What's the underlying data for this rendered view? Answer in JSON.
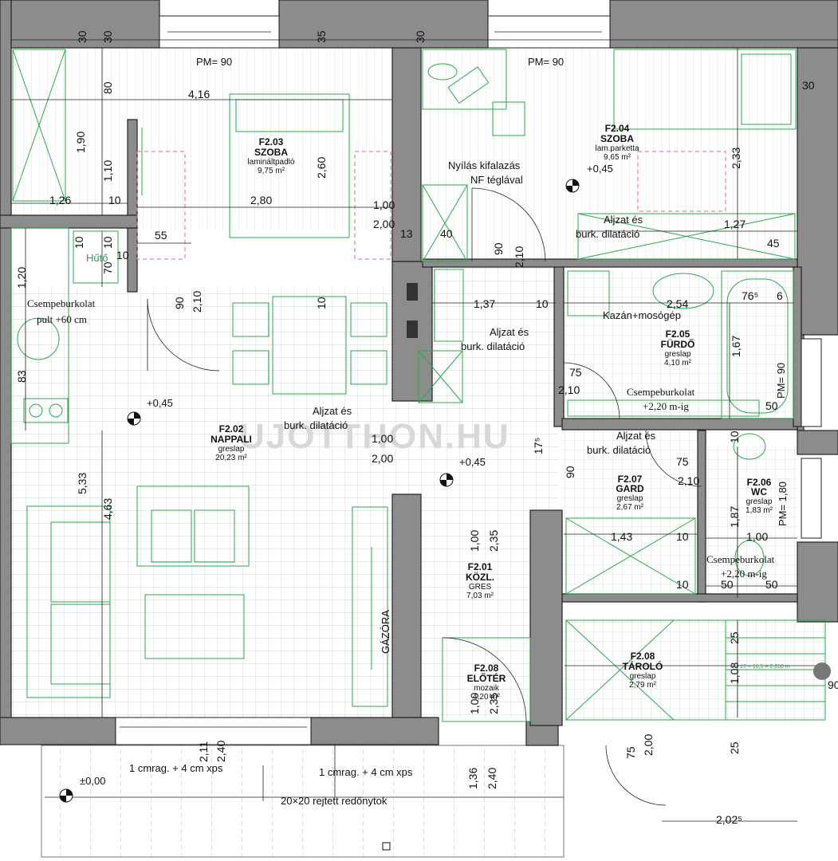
{
  "rooms": {
    "szoba1": {
      "code": "F2.03",
      "name": "SZOBA",
      "floor": "lamináltpadló",
      "area": "9,75 m²"
    },
    "szoba2": {
      "code": "F2.04",
      "name": "SZOBA",
      "floor": "lam.parketta",
      "area": "9,65 m²"
    },
    "nappali": {
      "code": "F2.02",
      "name": "NAPPALI",
      "floor": "greslap",
      "area": "20,23 m²"
    },
    "furdo": {
      "code": "F2.05",
      "name": "FÜRDŐ",
      "floor": "greslap",
      "area": "4,10 m²"
    },
    "wc": {
      "code": "F2.06",
      "name": "WC",
      "floor": "greslap",
      "area": "1,83 m²"
    },
    "gard": {
      "code": "F2.07",
      "name": "GARD",
      "floor": "greslap",
      "area": "2,67 m²"
    },
    "kozl": {
      "code": "F2.01",
      "name": "KÖZL.",
      "floor": "GRES",
      "area": "7,03 m²"
    },
    "eloter": {
      "code": "F2.08",
      "name": "ELŐTÉR",
      "floor": "mozaik",
      "area": "4,20 m²"
    },
    "tarolo": {
      "code": "F2.08",
      "name": "TÁROLÓ",
      "floor": "greslap",
      "area": "2,79 m²"
    }
  },
  "annotations": {
    "pm_left": "PM= 90",
    "pm_right": "PM= 90",
    "pm_bath": "PM= 90",
    "pm_wc": "PM= 1,80",
    "nyilas1": "Nyílás kifalazás",
    "nyilas2": "NF téglával",
    "aljzat_top1": "Aljzat és",
    "aljzat_top2": "burk. dilatáció",
    "aljzat_mid1": "Aljzat és",
    "aljzat_mid2": "burk. dilatáció",
    "aljzat_nappali1": "Aljzat és",
    "aljzat_nappali2": "burk. dilatáció",
    "aljzat_gard1": "Aljzat és",
    "aljzat_gard2": "burk. dilatáció",
    "kazan": "Kazán+mosógép",
    "csempe_pult1": "Csempeburkolat",
    "csempe_pult2": "pult +60 cm",
    "csempe_furdo1": "Csempeburkolat",
    "csempe_furdo2": "+2,20 m-ig",
    "csempe_wc1": "Csempeburkolat",
    "csempe_wc2": "+2,20 m-ig",
    "huto": "Hűtő",
    "gazora": "GÁZÓRA",
    "level_nappali": "+0,45",
    "level_szoba": "+0,45",
    "level_kozl": "+0,45",
    "level_terasz": "±0,00",
    "cmrag1": "1 cmrag. + 4 cm xps",
    "cmrag2": "1 cmrag. + 4 cm xps",
    "redony": "20×20 rejtett redőnytok",
    "watermark": "UJOTTHON.HU",
    "stair_note": "17 × 16,5 = 2,260 m"
  },
  "dims": {
    "d30a": "30",
    "d30b": "30",
    "d35": "35",
    "d30c": "30",
    "d30d": "30",
    "d416": "4,16",
    "d80": "80",
    "d190": "1,90",
    "d110": "1,10",
    "d126": "1,26",
    "d10a": "10",
    "d260": "2,60",
    "d280": "2,80",
    "d100a": "1,00",
    "d200a": "2,00",
    "d13": "13",
    "d40": "40",
    "d90a": "90",
    "d210a": "2,10",
    "d127": "1,27",
    "d45": "45",
    "d233": "2,33",
    "d55": "55",
    "d10b": "10",
    "d10c": "10",
    "d70": "70",
    "d10d": "10",
    "d120": "1,20",
    "d90b": "90",
    "d210b": "2,10",
    "d10e": "10",
    "d137": "1,37",
    "d10f": "10",
    "d254": "2,54",
    "d765": "76⁵",
    "d6": "6",
    "d167": "1,67",
    "d83": "83",
    "d75a": "75",
    "d210c": "2,10",
    "d50a": "50",
    "d100b": "1,00",
    "d200b": "2,00",
    "d175": "17⁵",
    "d75b": "75",
    "d210d": "2,10",
    "d90c": "90",
    "d533": "5,33",
    "d463": "4,63",
    "d100c": "1,00",
    "d235a": "2,35",
    "d143": "1,43",
    "d10g": "10",
    "d187": "1,87",
    "d100d": "1,00",
    "d10h": "10",
    "d50b": "50",
    "d50c": "50",
    "d25a": "25",
    "d108": "1,08",
    "d100e": "1,00",
    "d235b": "2,35",
    "d211": "2,11",
    "d240a": "2,40",
    "d136": "1,36",
    "d240b": "2,40",
    "d75c": "75",
    "d200c": "2,00",
    "d25b": "25",
    "d2025": "2,02⁵",
    "d90d": "90",
    "d10i": "10"
  },
  "colors": {
    "wall": "#8c8c8c",
    "furniture": "#2aa84a",
    "dash": "#d76b7a",
    "grid": "#c7c7c7"
  }
}
